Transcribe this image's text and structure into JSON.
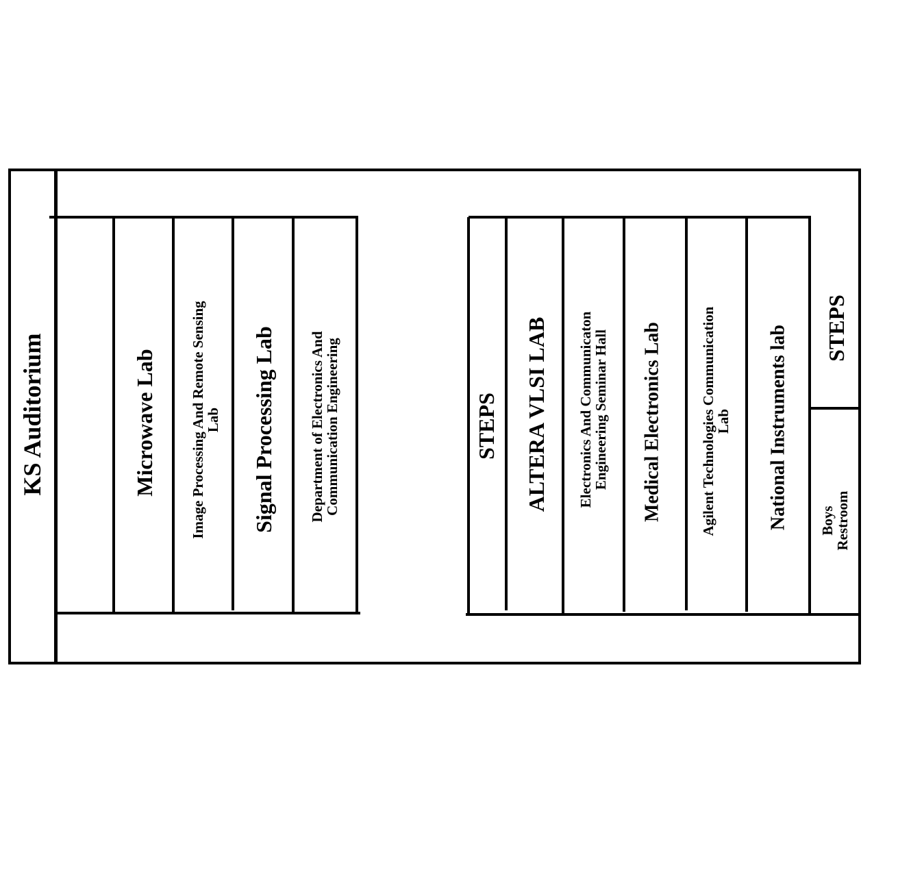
{
  "floor_plan": {
    "auditorium": {
      "label": "KS Auditorium"
    },
    "left_wing": {
      "rooms": [
        {
          "label": ""
        },
        {
          "label": "Microwave Lab"
        },
        {
          "label": "Image Processing And Remote Sensing\nLab"
        },
        {
          "label": "Signal Processing Lab"
        },
        {
          "label": "Department of Electronics And\nCommunication Engineering"
        }
      ]
    },
    "right_wing": {
      "rooms": [
        {
          "label": "STEPS"
        },
        {
          "label": "ALTERA VLSI LAB"
        },
        {
          "label": "Electronics And Communicaton\nEngineering Seminar Hall"
        },
        {
          "label": "Medical Electronics Lab"
        },
        {
          "label": "Agilent Technologies Communication\nLab"
        },
        {
          "label": "National Instruments lab"
        }
      ],
      "end_rooms": {
        "stairs": {
          "label": "STEPS"
        },
        "restroom": {
          "label": "Boys\nRestroom"
        }
      }
    }
  }
}
